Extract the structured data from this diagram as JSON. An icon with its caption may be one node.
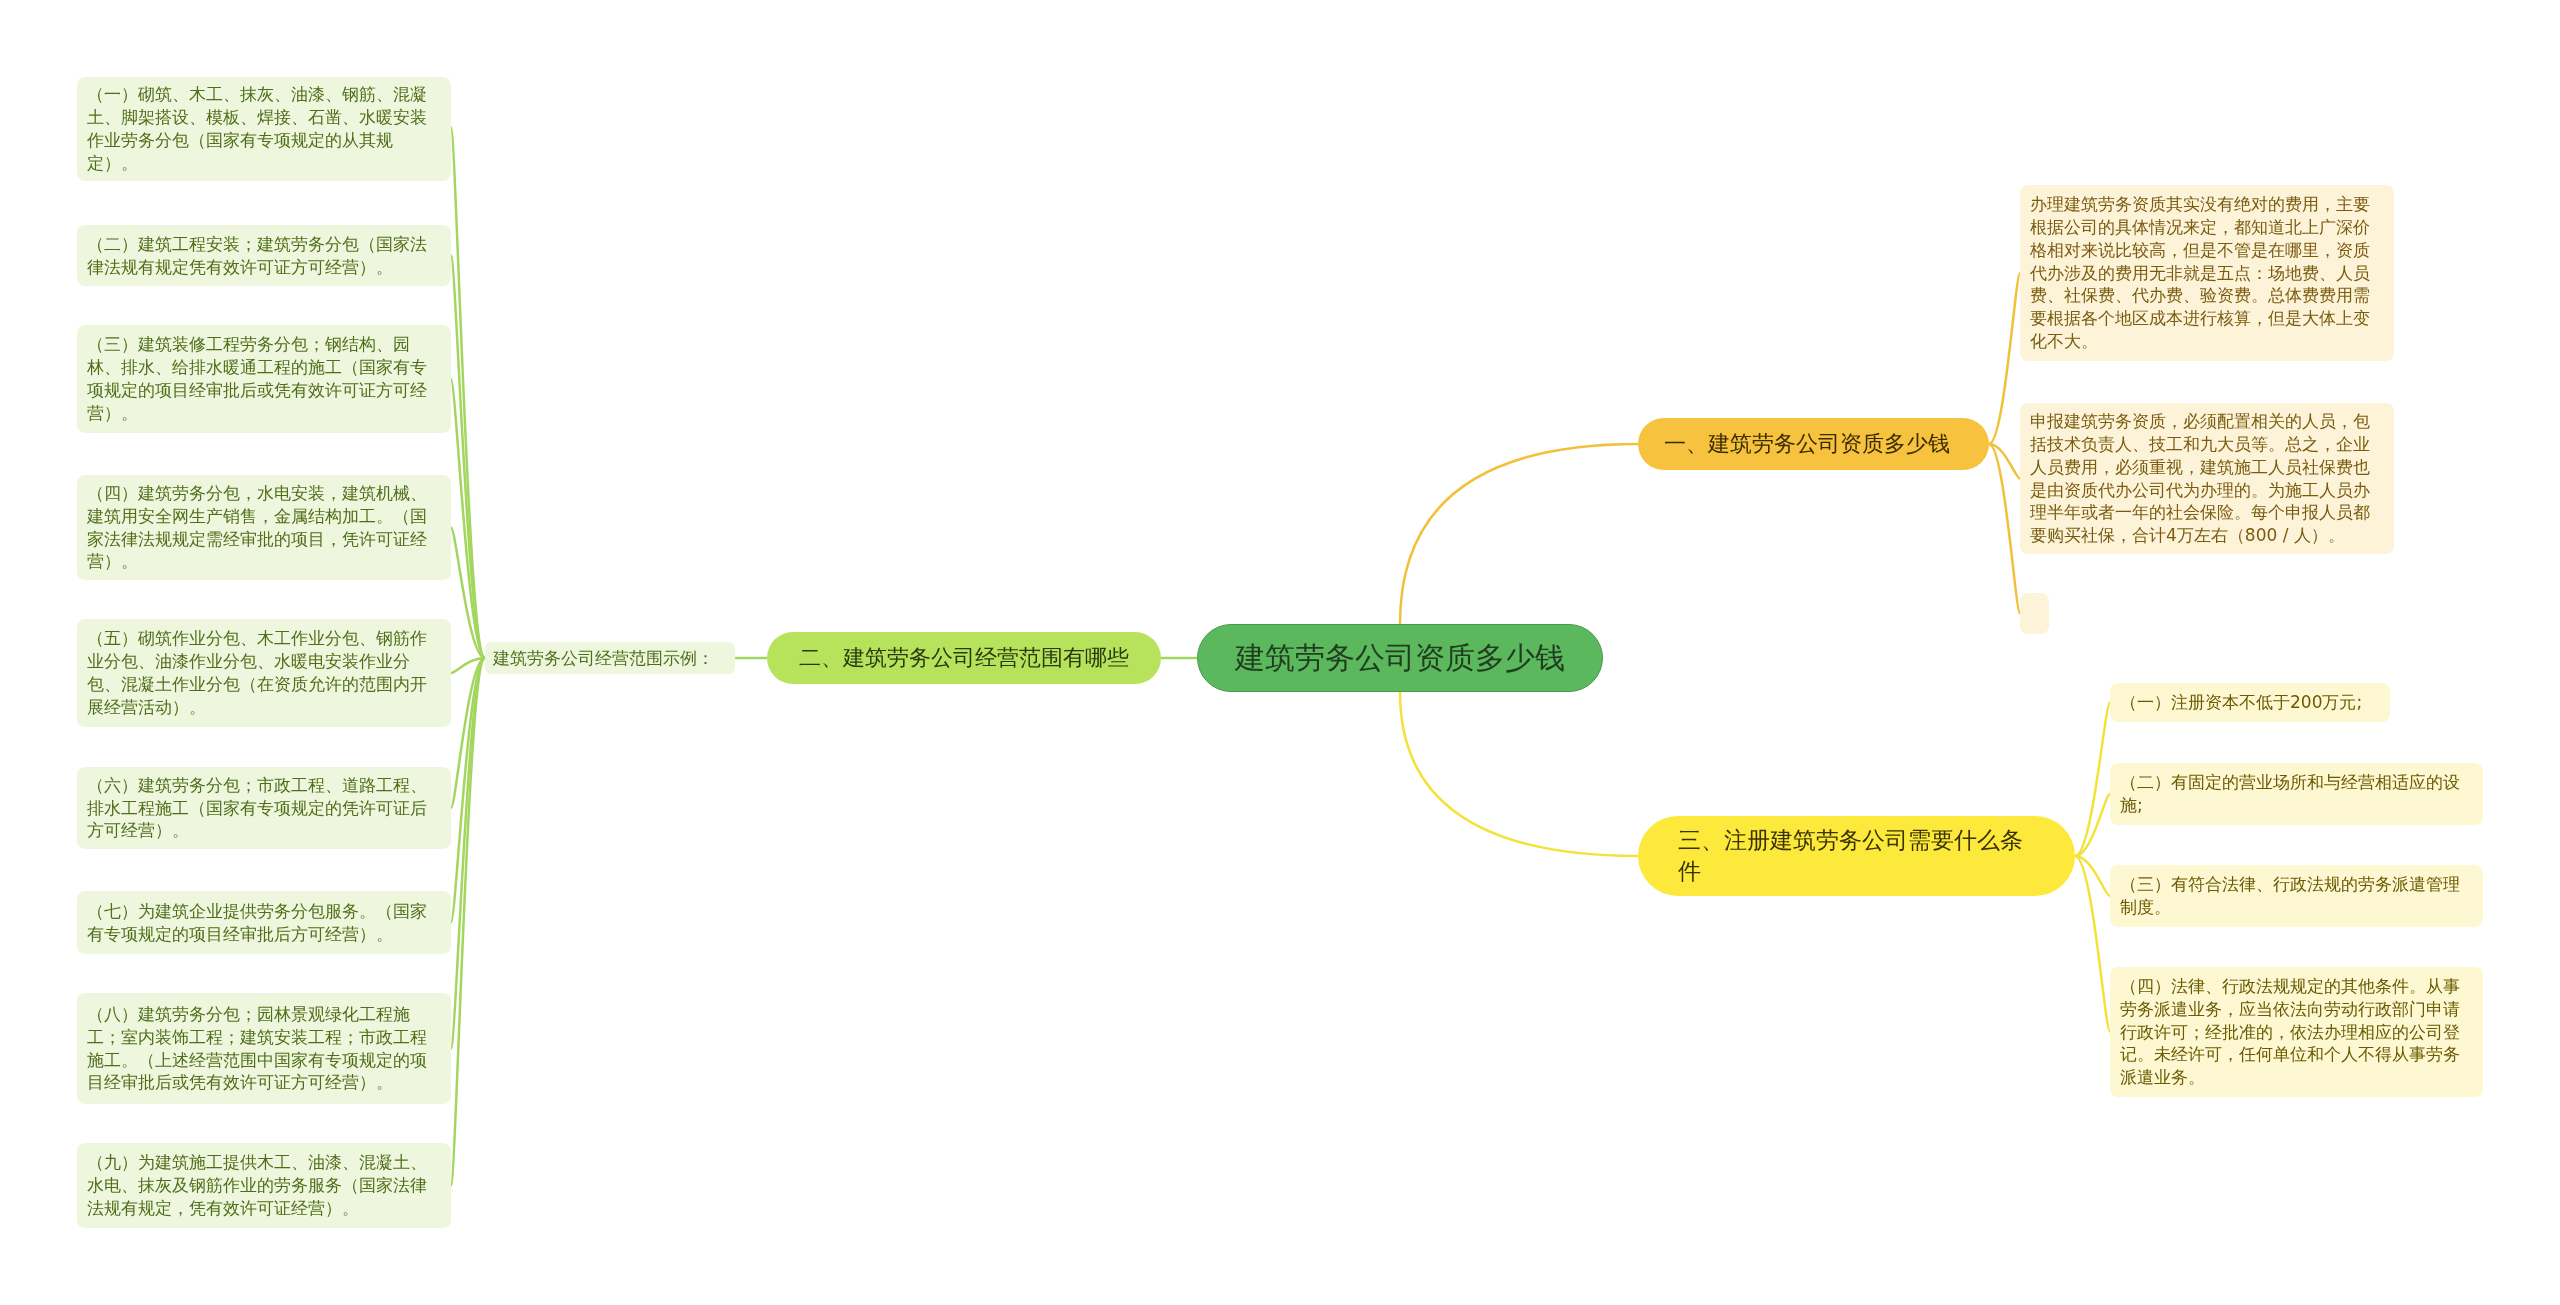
{
  "diagram": {
    "nodes": [
      {
        "text": [
          "建筑劳务公司资质多少钱"
        ]
      },
      {
        "text": [
          "一、建筑劳务公司资质多少钱"
        ]
      },
      {
        "text": [
          "办理建筑劳务资质其实没有绝对的费用，主要根据公司的具体情况来定，都知道北上广深价格相对来说比较高，但是不管是在哪里，资质代办涉及的费用无非就是五点：场地费、人员费、社保费、代办费、验资费。总体费费用需要根据各个地区成本进行核算，但是大体上变化不大。"
        ]
      },
      {
        "text": [
          "申报建筑劳务资质，必须配置相关的人员，包括技术负责人、技工和九大员等。总之，企业人员费用，必须重视，建筑施工人员社保费也是由资质代办公司代为办理的。为施工人员办理半年或者一年的社会保险。每个申报人员都要购买社保，合计4万左右（800 / 人）。"
        ]
      },
      {
        "text": [],
        "shape": "box"
      },
      {
        "text": [
          "二、建筑劳务公司经营范围有哪些"
        ]
      },
      {
        "text": [
          "建筑劳务公司经营范围示例："
        ]
      },
      {
        "text": [
          "（一）砌筑、木工、抹灰、油漆、钢筋、混凝土、脚架搭设、模板、焊接、石凿、水暖安装作业劳务分包（国家有专项规定的从其规定）。"
        ]
      },
      {
        "text": [
          "（二）建筑工程安装；建筑劳务分包（国家法律法规有规定凭有效许可证方可经营）。"
        ]
      },
      {
        "text": [
          "（三）建筑装修工程劳务分包；钢结构、园林、排水、给排水暖通工程的施工（国家有专项规定的项目经审批后或凭有效许可证方可经营）。"
        ]
      },
      {
        "text": [
          "（四）建筑劳务分包，水电安装，建筑机械、建筑用安全网生产销售，金属结构加工。（国家法律法规规定需经审批的项目，凭许可证经营）。"
        ]
      },
      {
        "text": [
          "（五）砌筑作业分包、木工作业分包、钢筋作业分包、油漆作业分包、水暖电安装作业分包、混凝土作业分包（在资质允许的范围内开展经营活动）。"
        ]
      },
      {
        "text": [
          "（六）建筑劳务分包；市政工程、道路工程、排水工程施工（国家有专项规定的凭许可证后方可经营）。"
        ]
      },
      {
        "text": [
          "（七）为建筑企业提供劳务分包服务。（国家有专项规定的项目经审批后方可经营）。"
        ]
      },
      {
        "text": [
          "（八）建筑劳务分包；园林景观绿化工程施工；室内装饰工程；建筑安装工程；市政工程施工。（上述经营范围中国家有专项规定的项目经审批后或凭有效许可证方可经营）。"
        ]
      },
      {
        "text": [
          "（九）为建筑施工提供木工、油漆、混凝土、水电、抹灰及钢筋作业的劳务服务（国家法律法规有规定，凭有效许可证经营）。"
        ]
      },
      {
        "text": [
          "三、注册建筑劳务公司需要什么条件"
        ]
      },
      {
        "text": [
          "（一）注册资本不低于200万元;"
        ]
      },
      {
        "text": [
          "（二）有固定的营业场所和与经营相适应的设施;"
        ]
      },
      {
        "text": [
          "（三）有符合法律、行政法规的劳务派遣管理制度。"
        ]
      },
      {
        "text": [
          "（四）法律、行政法规规定的其他条件。从事劳务派遣业务，应当依法向劳动行政部门申请行政许可；经批准的，依法办理相应的公司登记。未经许可，任何单位和个人不得从事劳务派遣业务。"
        ]
      }
    ],
    "edges": [
      {
        "from": 0,
        "to": 1,
        "arrow": "none",
        "color": "#f2c13a"
      },
      {
        "from": 1,
        "to": 2,
        "arrow": "none",
        "color": "#f2c13a"
      },
      {
        "from": 1,
        "to": 3,
        "arrow": "none",
        "color": "#f2c13a"
      },
      {
        "from": 1,
        "to": 4,
        "arrow": "none",
        "color": "#f2c13a"
      },
      {
        "from": 0,
        "to": 5,
        "arrow": "none"
      },
      {
        "from": 5,
        "to": 6,
        "arrow": "none"
      },
      {
        "from": 6,
        "to": 7,
        "arrow": "none"
      },
      {
        "from": 6,
        "to": 8,
        "arrow": "none"
      },
      {
        "from": 6,
        "to": 9,
        "arrow": "none"
      },
      {
        "from": 6,
        "to": 10,
        "arrow": "none"
      },
      {
        "from": 6,
        "to": 11,
        "arrow": "none"
      },
      {
        "from": 6,
        "to": 12,
        "arrow": "none"
      },
      {
        "from": 6,
        "to": 13,
        "arrow": "none"
      },
      {
        "from": 6,
        "to": 14,
        "arrow": "none"
      },
      {
        "from": 6,
        "to": 15,
        "arrow": "none"
      },
      {
        "from": 0,
        "to": 16,
        "arrow": "none",
        "color": "#f3e23a"
      },
      {
        "from": 16,
        "to": 17,
        "arrow": "none",
        "color": "#f3e23a"
      },
      {
        "from": 16,
        "to": 18,
        "arrow": "none",
        "color": "#f3e23a"
      },
      {
        "from": 16,
        "to": 19,
        "arrow": "none",
        "color": "#f3e23a"
      },
      {
        "from": 16,
        "to": 20,
        "arrow": "none",
        "color": "#f3e23a"
      }
    ]
  }
}
